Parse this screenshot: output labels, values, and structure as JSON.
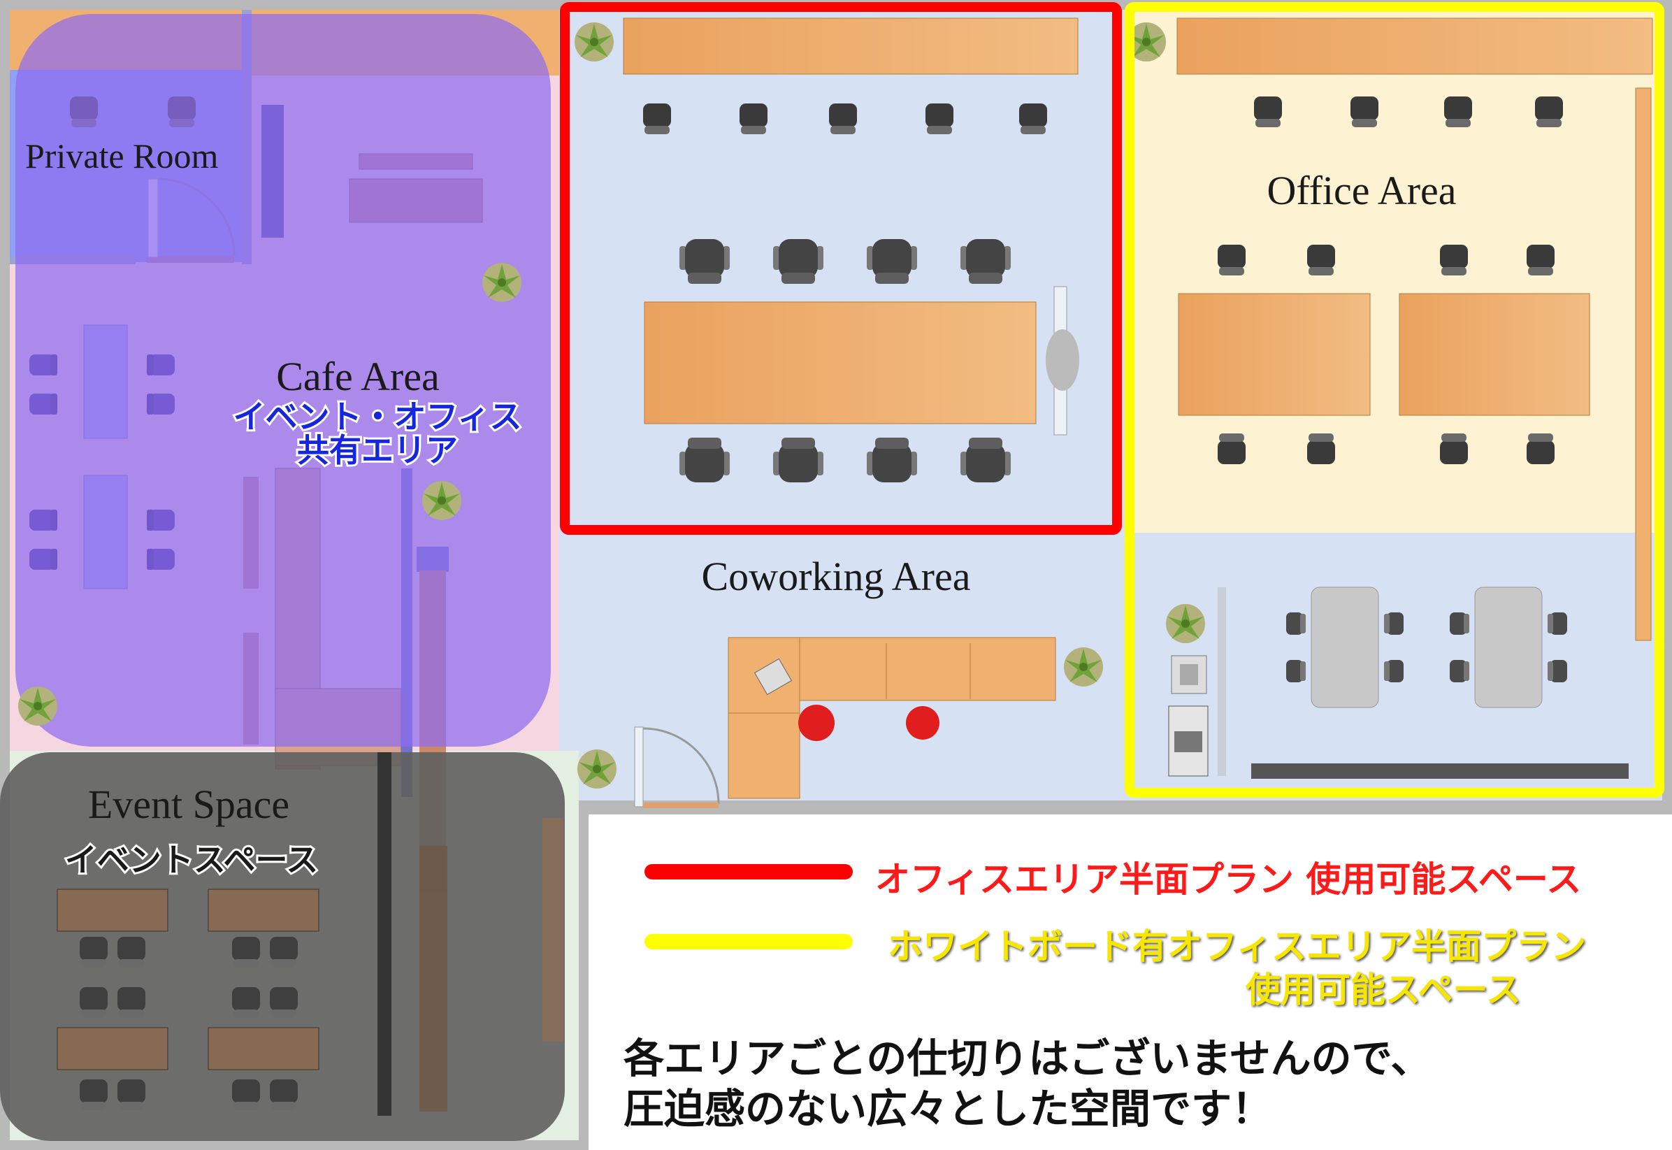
{
  "areas": {
    "private_room": "Private Room",
    "cafe_area": "Cafe Area",
    "cafe_shared": [
      "イベント・オフィス",
      "共有エリア"
    ],
    "coworking_area": "Coworking Area",
    "office_area": "Office Area",
    "event_space": "Event Space",
    "event_space_jp": "イベントスペース"
  },
  "legend": [
    {
      "color": "#ff0000",
      "lines": [
        "オフィスエリア半面プラン 使用可能スペース"
      ]
    },
    {
      "color": "#ffff00",
      "lines": [
        "ホワイトボード有オフィスエリア半面プラン",
        "使用可能スペース"
      ]
    }
  ],
  "note": [
    "各エリアごとの仕切りはございませんので、",
    "圧迫感のない広々とした空間です！"
  ],
  "colors": {
    "red_outline": "#ff0000",
    "yellow_outline": "#ffff00",
    "floor_blue": "#d6e2f3",
    "floor_cream": "#fdf2d2",
    "cafe_overlay": "#8f6cf0",
    "event_overlay": "#5f5f5f",
    "table": "#eeaa66"
  }
}
